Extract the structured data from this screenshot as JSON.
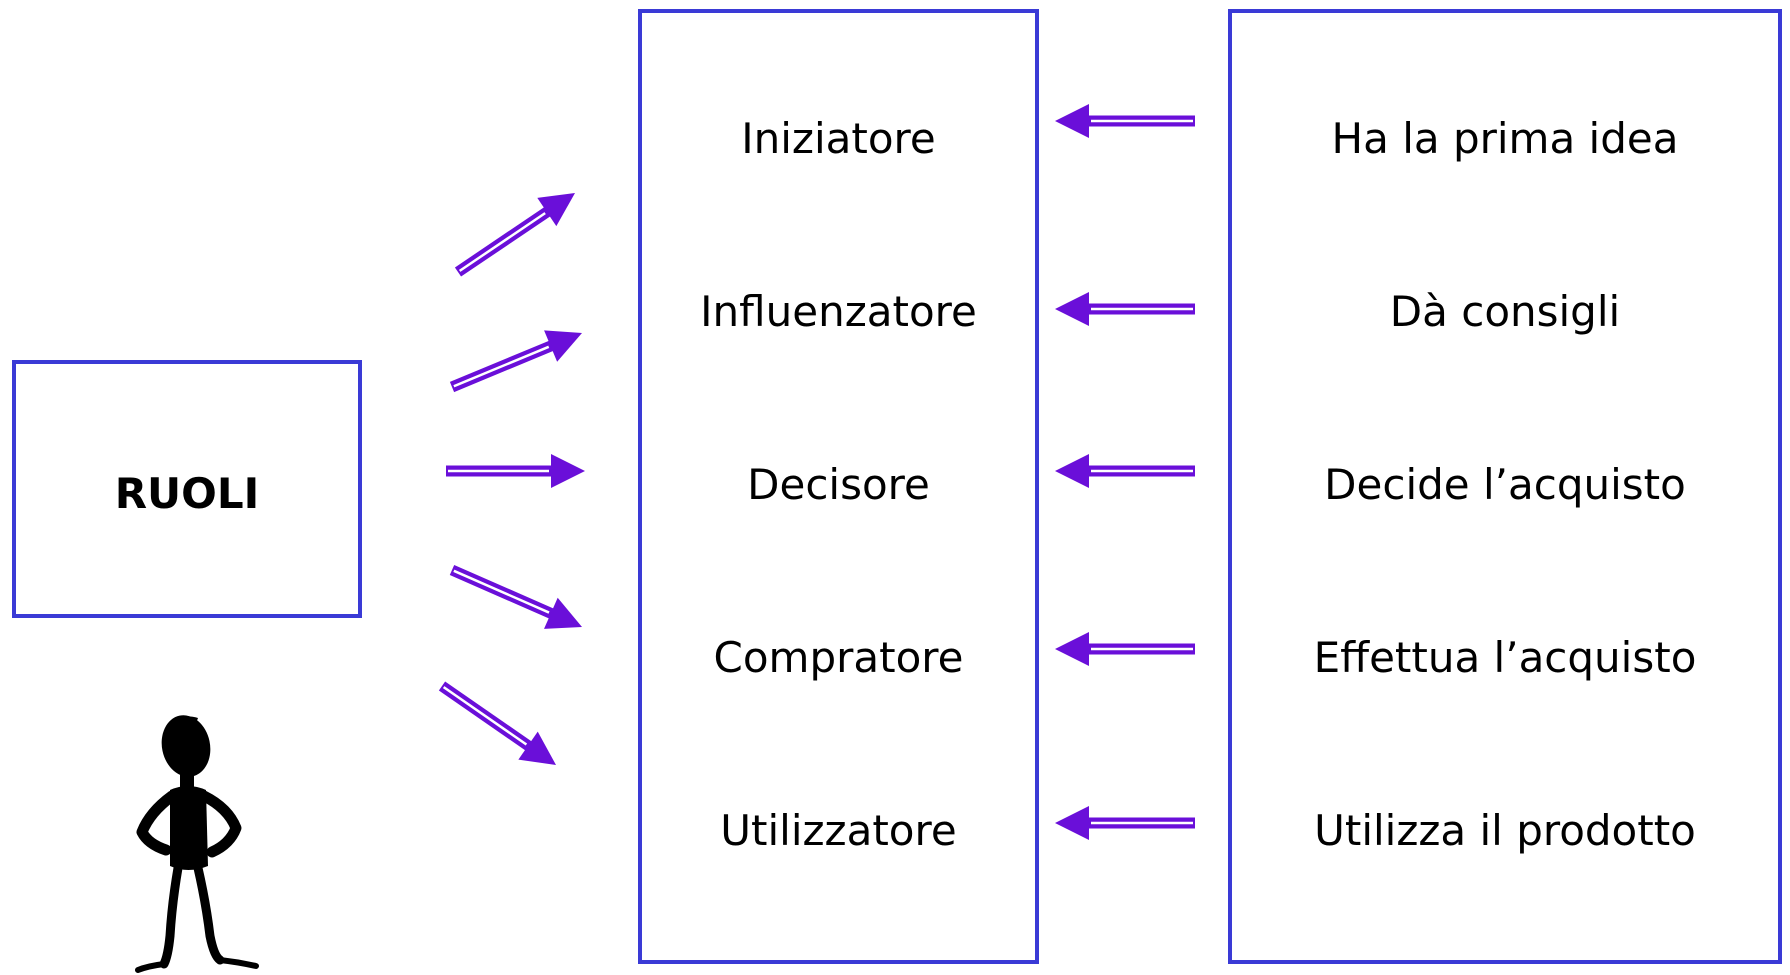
{
  "ruoli": {
    "label": "RUOLI"
  },
  "roles": [
    {
      "label": "Iniziatore"
    },
    {
      "label": "Influenzatore"
    },
    {
      "label": "Decisore"
    },
    {
      "label": "Compratore"
    },
    {
      "label": "Utilizzatore"
    }
  ],
  "descriptions": [
    {
      "label": "Ha la prima idea"
    },
    {
      "label": "Dà consigli"
    },
    {
      "label": "Decide l’acquisto"
    },
    {
      "label": "Effettua l’acquisto"
    },
    {
      "label": "Utilizza il prodotto"
    }
  ],
  "colors": {
    "box_border": "#3a3ad6",
    "arrow": "#6a0fd9",
    "arrow_highlight": "#ffffff",
    "text": "#000000"
  },
  "icons": {
    "person": "standing-person-silhouette-icon",
    "arrow": "right-arrow-icon"
  }
}
